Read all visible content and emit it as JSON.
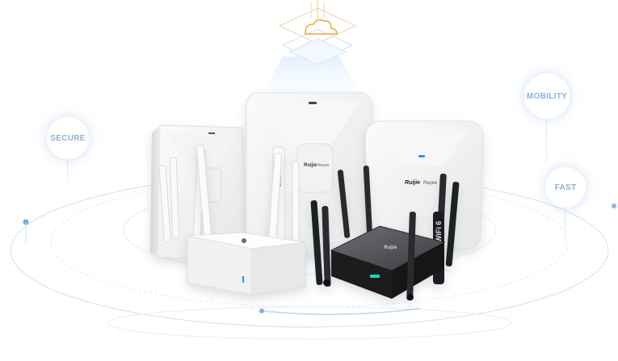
{
  "labels": {
    "secure": "SECURE",
    "mobility": "MOBILITY",
    "fast": "FAST"
  },
  "device_text": {
    "ap_left_antenna": "WiFi 6",
    "router_black_antenna": "WiFi 6",
    "ap_right_brand": "Ruijie",
    "ap_right_sub": "Reyee",
    "ap_center_brand": "Ruijie",
    "ap_center_sub": "Reyee",
    "router_black_brand": "Ruijie"
  },
  "colors": {
    "accent_blue": "#2f8cff",
    "status_teal": "#1fd3c6",
    "cloud_orange": "#f3a23a",
    "line_blue": "#cfe0f3"
  }
}
